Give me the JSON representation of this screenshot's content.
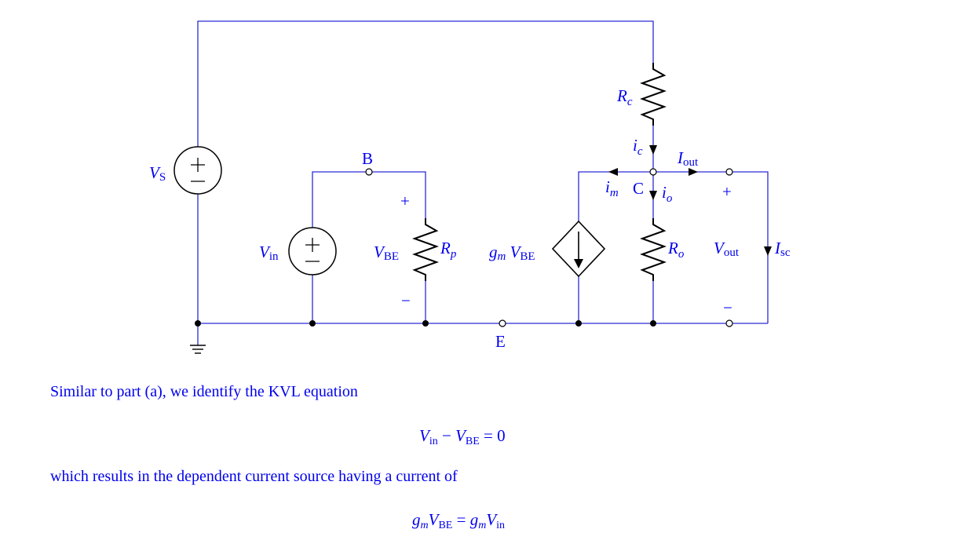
{
  "diagram": {
    "labels": {
      "vs": {
        "main": "V",
        "sub": "S"
      },
      "vin": {
        "main": "V",
        "sub": "in"
      },
      "node_b": "B",
      "node_c": "C",
      "node_e": "E",
      "vbe": {
        "main": "V",
        "sub": "BE"
      },
      "rp": {
        "main": "R",
        "sub": "p"
      },
      "rc": {
        "main": "R",
        "sub": "c"
      },
      "ro": {
        "main": "R",
        "sub": "o"
      },
      "gm_vbe": {
        "gm": "g",
        "gm_sub": "m",
        "main": "V",
        "sub": "BE"
      },
      "ic": {
        "main": "i",
        "sub": "c"
      },
      "im": {
        "main": "i",
        "sub": "m"
      },
      "io": {
        "main": "i",
        "sub": "o"
      },
      "iout": {
        "main": "I",
        "sub": "out"
      },
      "vout": {
        "main": "V",
        "sub": "out"
      },
      "isc": {
        "main": "I",
        "sub": "sc"
      },
      "plus": "+",
      "minus": "−"
    }
  },
  "text": {
    "line1": "Similar to part (a), we identify the KVL equation",
    "line2": "which results in the dependent current source having a current of"
  },
  "equations": {
    "eq1": {
      "a": "V",
      "a_sub": "in",
      "op": " − ",
      "b": "V",
      "b_sub": "BE",
      "eq": " = 0"
    },
    "eq2": {
      "g1": "g",
      "g1_sub": "m",
      "v1": "V",
      "v1_sub": "BE",
      "eq": " = ",
      "g2": "g",
      "g2_sub": "m",
      "v2": "V",
      "v2_sub": "in"
    }
  }
}
